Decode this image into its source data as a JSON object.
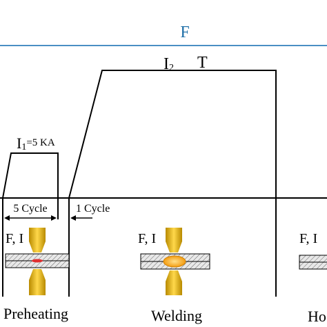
{
  "force_label": "F",
  "current2": {
    "symbol": "I",
    "sub": "2",
    "time": "T"
  },
  "current1": {
    "symbol": "I",
    "sub": "1",
    "value": "=5 KA"
  },
  "timing": {
    "preheat_cycles": "5 Cycle",
    "gap_cycles": "1 Cycle"
  },
  "stage_fi_label": "F, I",
  "stages": [
    "Preheating",
    "Welding",
    "Ho"
  ],
  "colors": {
    "force_line": "#4a8fc4",
    "force_text": "#1f6fa8",
    "electrode": "#e6b800",
    "weld_nugget": "#f39c12",
    "preheat_spot": "#e03030"
  }
}
